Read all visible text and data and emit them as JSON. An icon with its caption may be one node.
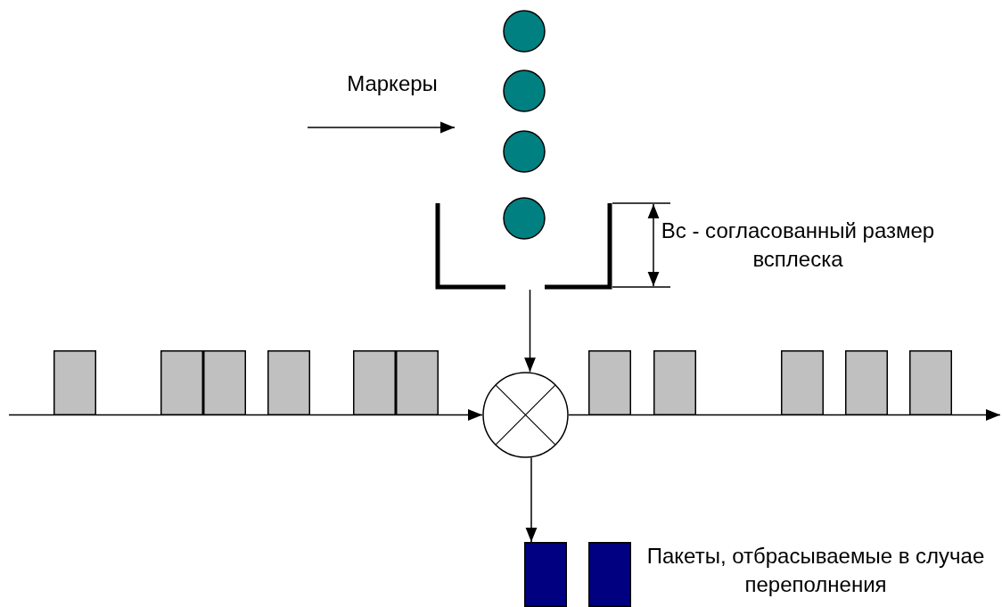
{
  "diagram": {
    "nodes": [
      {
        "text": [],
        "shape": "circle"
      },
      {
        "text": [],
        "shape": "circle"
      },
      {
        "text": [],
        "shape": "circle"
      },
      {
        "text": [],
        "shape": "circle"
      },
      {
        "text": [],
        "shape": "bucket"
      },
      {
        "text": [],
        "shape": "box"
      },
      {
        "text": [],
        "shape": "box"
      },
      {
        "text": [],
        "shape": "box"
      },
      {
        "text": [],
        "shape": "box"
      },
      {
        "text": [],
        "shape": "box"
      },
      {
        "text": [],
        "shape": "box"
      },
      {
        "text": [],
        "shape": "circle"
      },
      {
        "text": [],
        "shape": "box"
      },
      {
        "text": [],
        "shape": "box"
      },
      {
        "text": [],
        "shape": "box"
      },
      {
        "text": [],
        "shape": "box"
      },
      {
        "text": [],
        "shape": "box"
      },
      {
        "text": [],
        "shape": "box"
      },
      {
        "text": [],
        "shape": "box"
      }
    ],
    "edges": [
      {
        "from": 4,
        "to": 11,
        "arrow": "to"
      },
      {
        "from": null,
        "to": 11,
        "arrow": "to"
      },
      {
        "from": 11,
        "to": null,
        "arrow": "to"
      },
      {
        "from": 11,
        "to": 17,
        "arrow": "to"
      }
    ],
    "labels": [
      "Маркеры",
      "Bc - согласованный размер всплеска",
      "Пакеты, отбрасываемые в случае переполнения"
    ]
  }
}
